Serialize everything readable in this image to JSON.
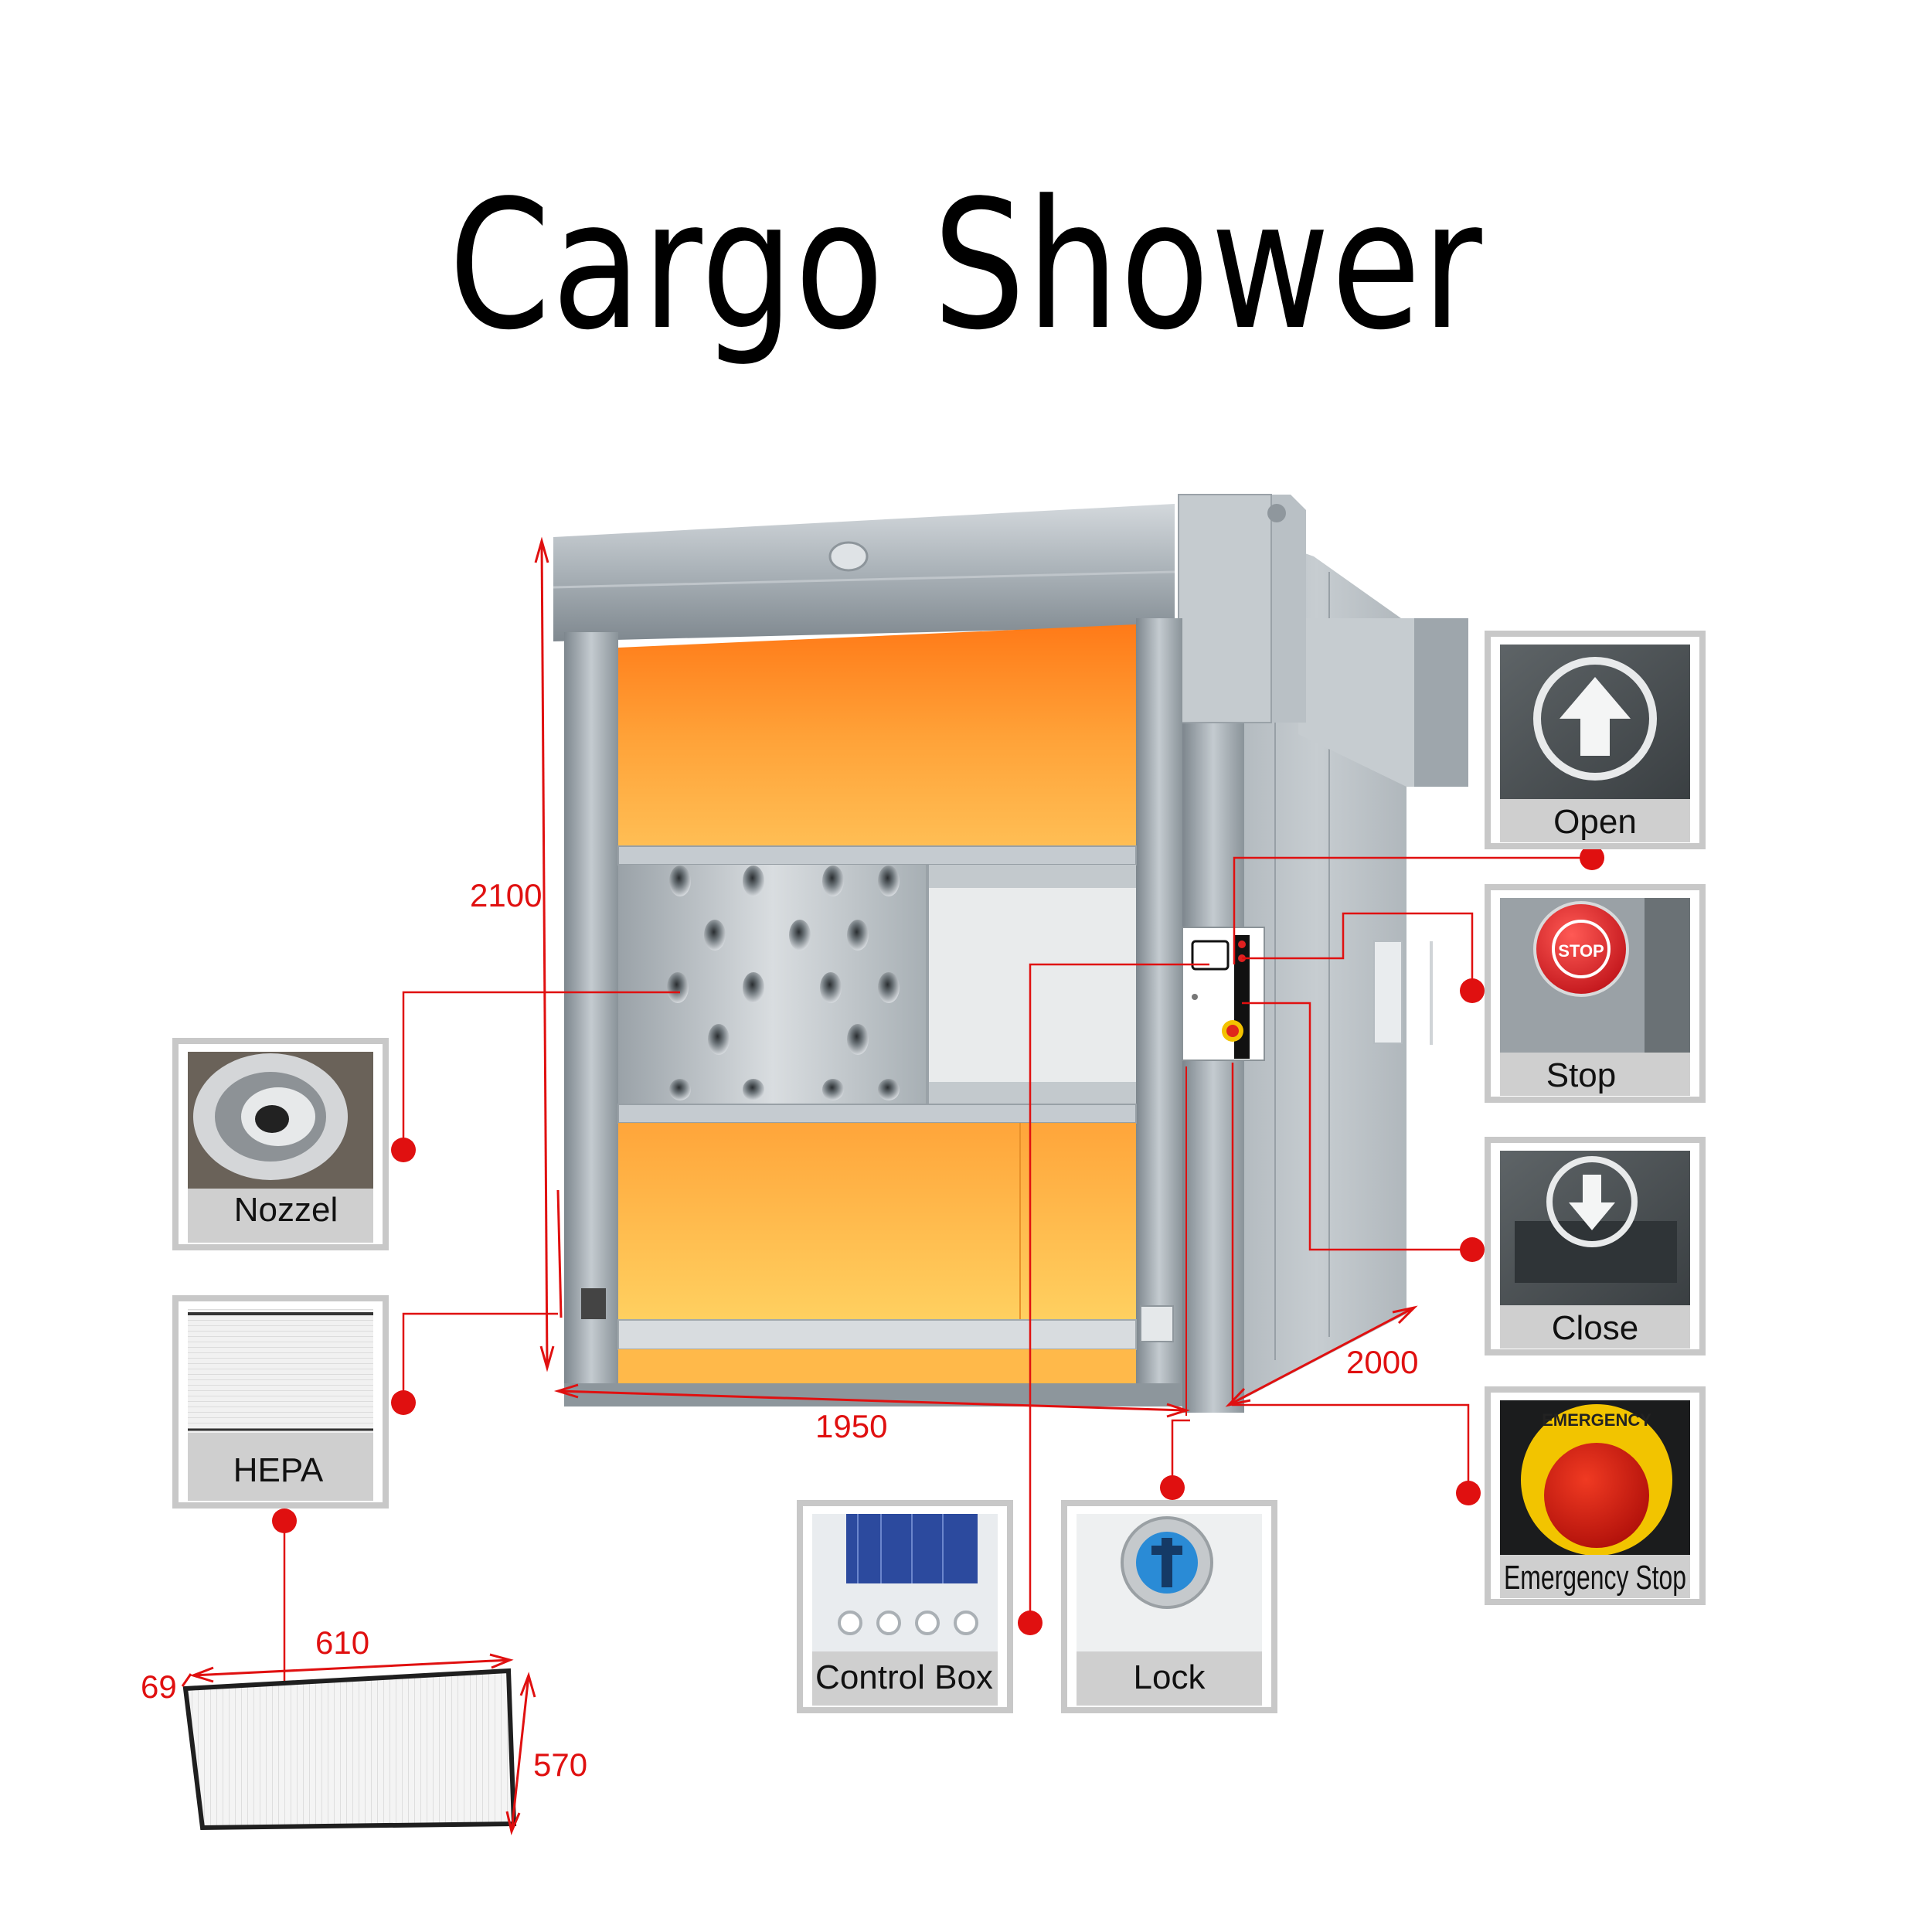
{
  "title": "Cargo Shower",
  "dimensions": {
    "height": "2100",
    "width": "1950",
    "depth": "2000",
    "filter_width": "610",
    "filter_depth": "69",
    "filter_height": "570"
  },
  "components": {
    "open": "Open",
    "stop": "Stop",
    "stop_badge": "STOP",
    "close": "Close",
    "emergency_stop": "Emergency Stop",
    "emergency_ring_text": "EMERGENCY",
    "nozzle": "Nozzel",
    "hepa": "HEPA",
    "control_box": "Control Box",
    "lock": "Lock"
  },
  "colors": {
    "callout": "#e01010",
    "door_orange": "#ffa230",
    "frame_steel": "#9aa3aa",
    "card_border": "#c8c8c8",
    "card_label_bg": "#cfcfcf"
  }
}
